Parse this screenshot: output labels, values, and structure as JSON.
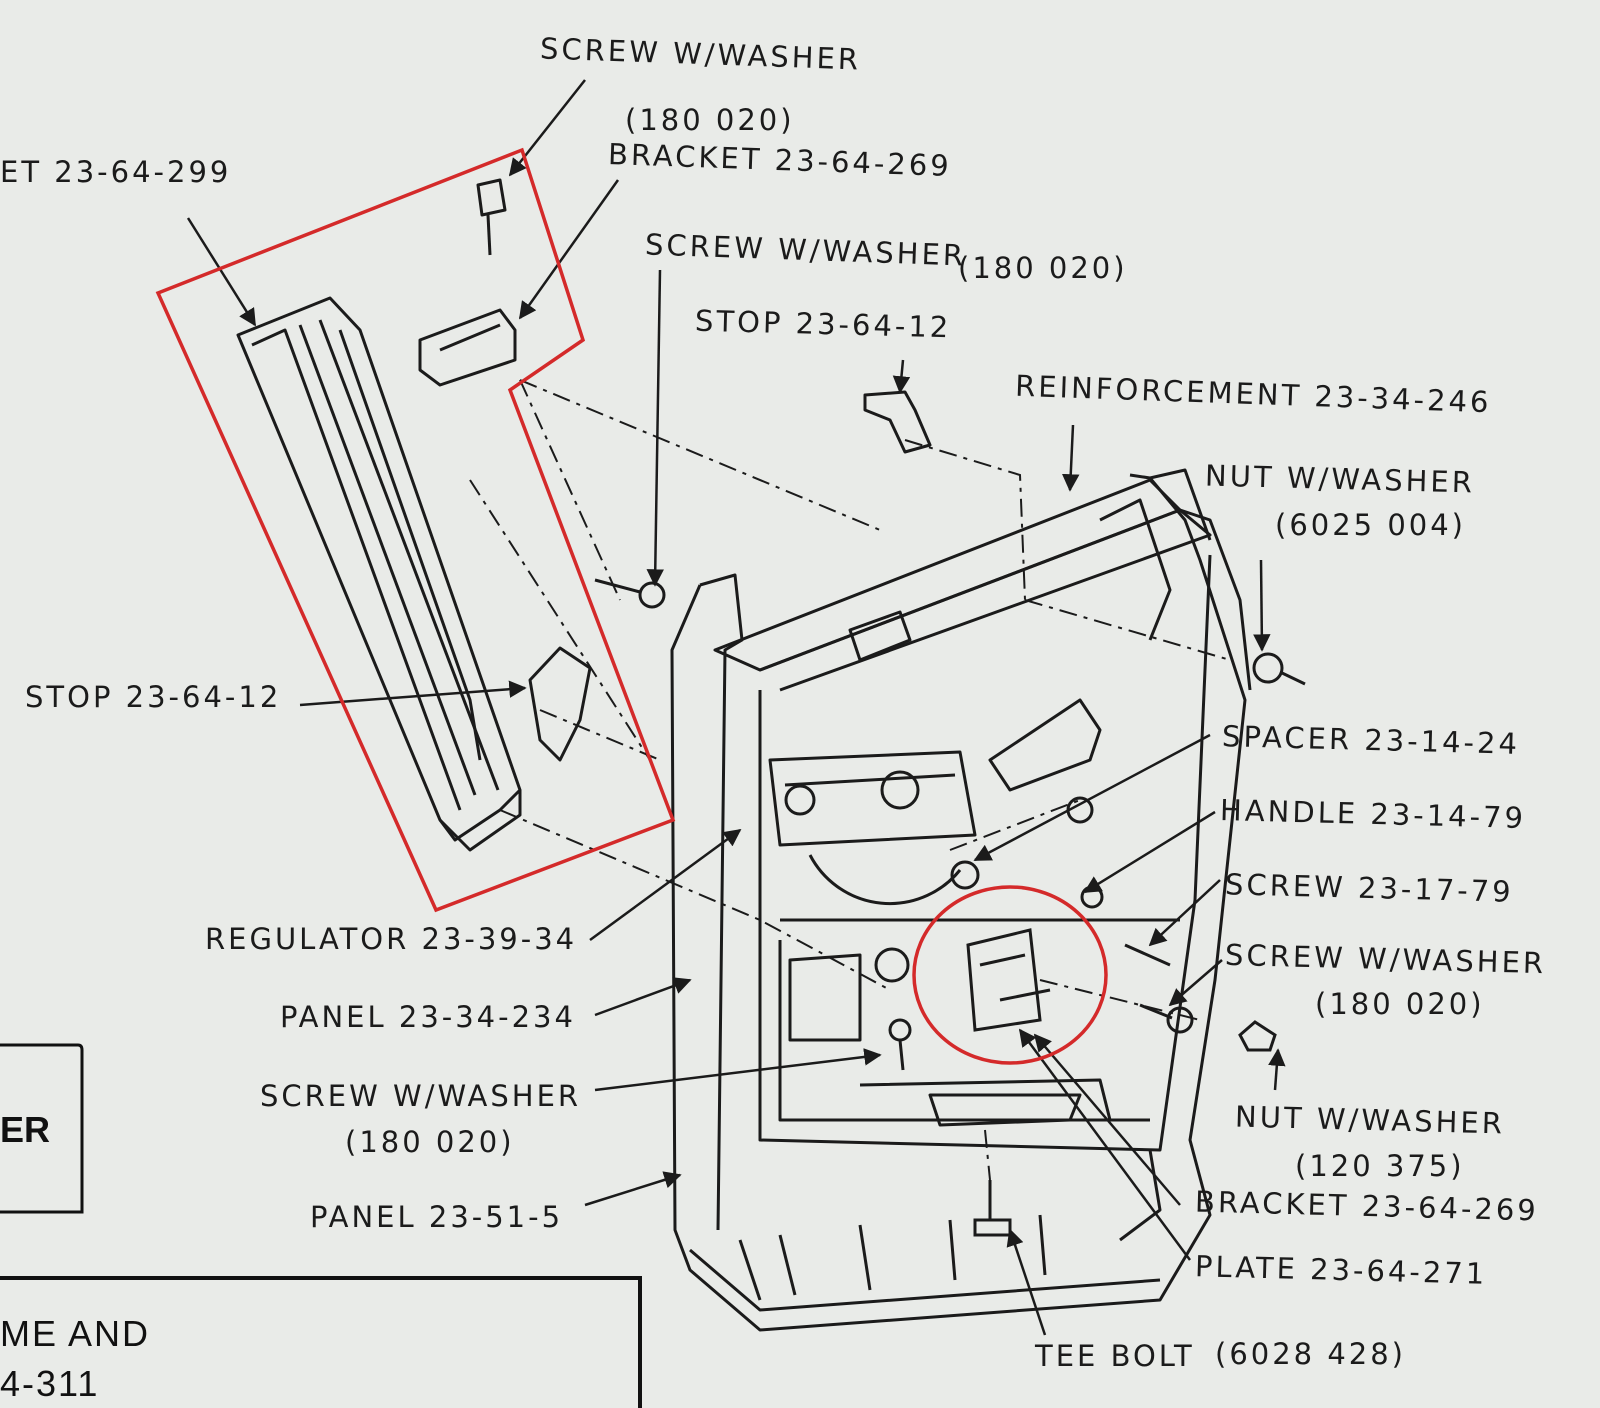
{
  "labels": {
    "bracket_299": "ET 23-64-299",
    "screw_top_1": "SCREW W/WASHER",
    "screw_top_2": "(180 020)",
    "bracket_269_top": "BRACKET 23-64-269",
    "screw_mid": "SCREW W/WASHER",
    "screw_mid_num": "(180 020)",
    "stop_top": "STOP 23-64-12",
    "reinforcement": "REINFORCEMENT 23-34-246",
    "nut_top_1": "NUT W/WASHER",
    "nut_top_2": "(6025 004)",
    "stop_left": "STOP 23-64-12",
    "spacer": "SPACER 23-14-24",
    "handle": "HANDLE 23-14-79",
    "screw_17": "SCREW 23-17-79",
    "screw_right_1": "SCREW W/WASHER",
    "screw_right_2": "(180 020)",
    "regulator": "REGULATOR 23-39-34",
    "panel_234": "PANEL 23-34-234",
    "screw_left_1": "SCREW W/WASHER",
    "screw_left_2": "(180 020)",
    "panel_51": "PANEL 23-51-5",
    "nut_bottom_1": "NUT W/WASHER",
    "nut_bottom_2": "(120 375)",
    "bracket_269_bottom": "BRACKET 23-64-269",
    "plate": "PLATE 23-64-271",
    "tee_bolt": "TEE BOLT",
    "tee_bolt_num": "(6028 428)"
  },
  "side_boxes": {
    "box1_text": "ER",
    "box2_line1": "ME AND",
    "box2_line2": "4-311"
  },
  "colors": {
    "paper": "#e9ebe8",
    "ink": "#1b1b1b",
    "highlight": "#d42a2a"
  }
}
